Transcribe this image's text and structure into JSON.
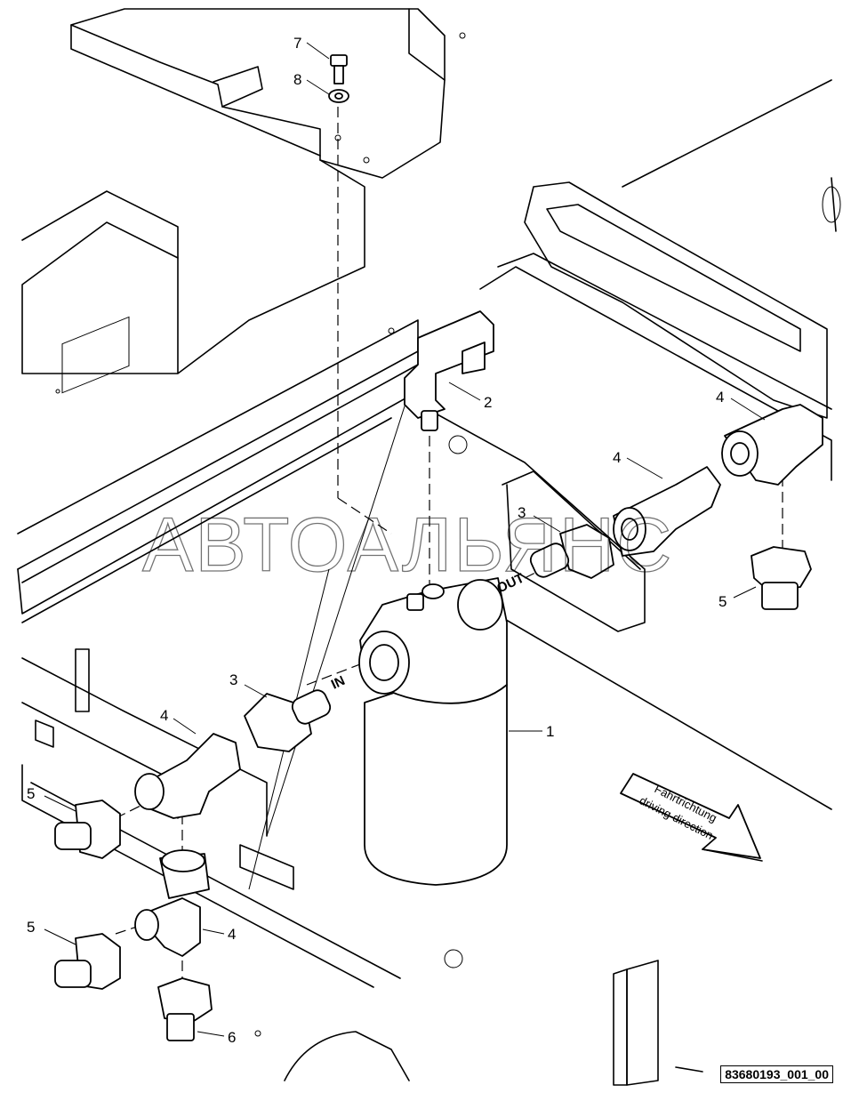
{
  "diagram": {
    "drawing_number": "83680193_001_00",
    "watermark": "АВТОАЛЬЯНС",
    "flow_in_label": "IN",
    "flow_out_label": "OUT",
    "direction_label_de": "Fahrtrichtung",
    "direction_label_en": "driving direction",
    "callouts": {
      "c1": "1",
      "c2": "2",
      "c3a": "3",
      "c3b": "3",
      "c4a": "4",
      "c4b": "4",
      "c4c": "4",
      "c4d": "4",
      "c5a": "5",
      "c5b": "5",
      "c5c": "5",
      "c6": "6",
      "c7": "7",
      "c8": "8"
    }
  }
}
